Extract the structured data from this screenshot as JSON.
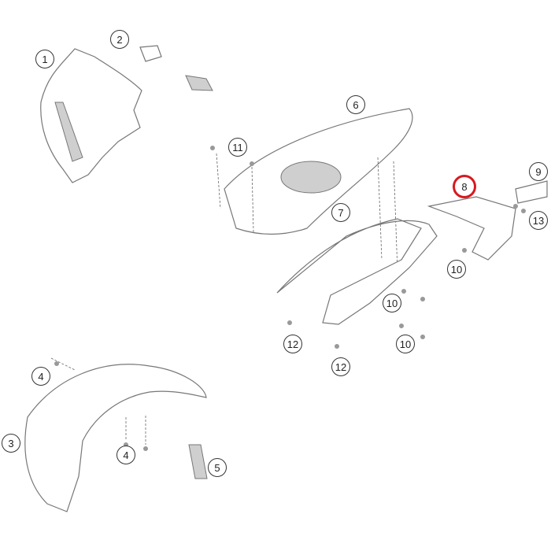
{
  "diagram": {
    "title": "Fender / mask exploded parts view",
    "highlight_color": "#d71920",
    "callouts": [
      {
        "id": "c1",
        "label": "1"
      },
      {
        "id": "c2",
        "label": "2"
      },
      {
        "id": "c11",
        "label": "11"
      },
      {
        "id": "c6",
        "label": "6"
      },
      {
        "id": "c7",
        "label": "7"
      },
      {
        "id": "c8",
        "label": "8",
        "highlighted": true
      },
      {
        "id": "c9",
        "label": "9"
      },
      {
        "id": "c13",
        "label": "13"
      },
      {
        "id": "c10a",
        "label": "10"
      },
      {
        "id": "c10b",
        "label": "10"
      },
      {
        "id": "c10c",
        "label": "10"
      },
      {
        "id": "c12a",
        "label": "12"
      },
      {
        "id": "c12b",
        "label": "12"
      },
      {
        "id": "c4a",
        "label": "4"
      },
      {
        "id": "c3",
        "label": "3"
      },
      {
        "id": "c4b",
        "label": "4"
      },
      {
        "id": "c5",
        "label": "5"
      }
    ]
  }
}
